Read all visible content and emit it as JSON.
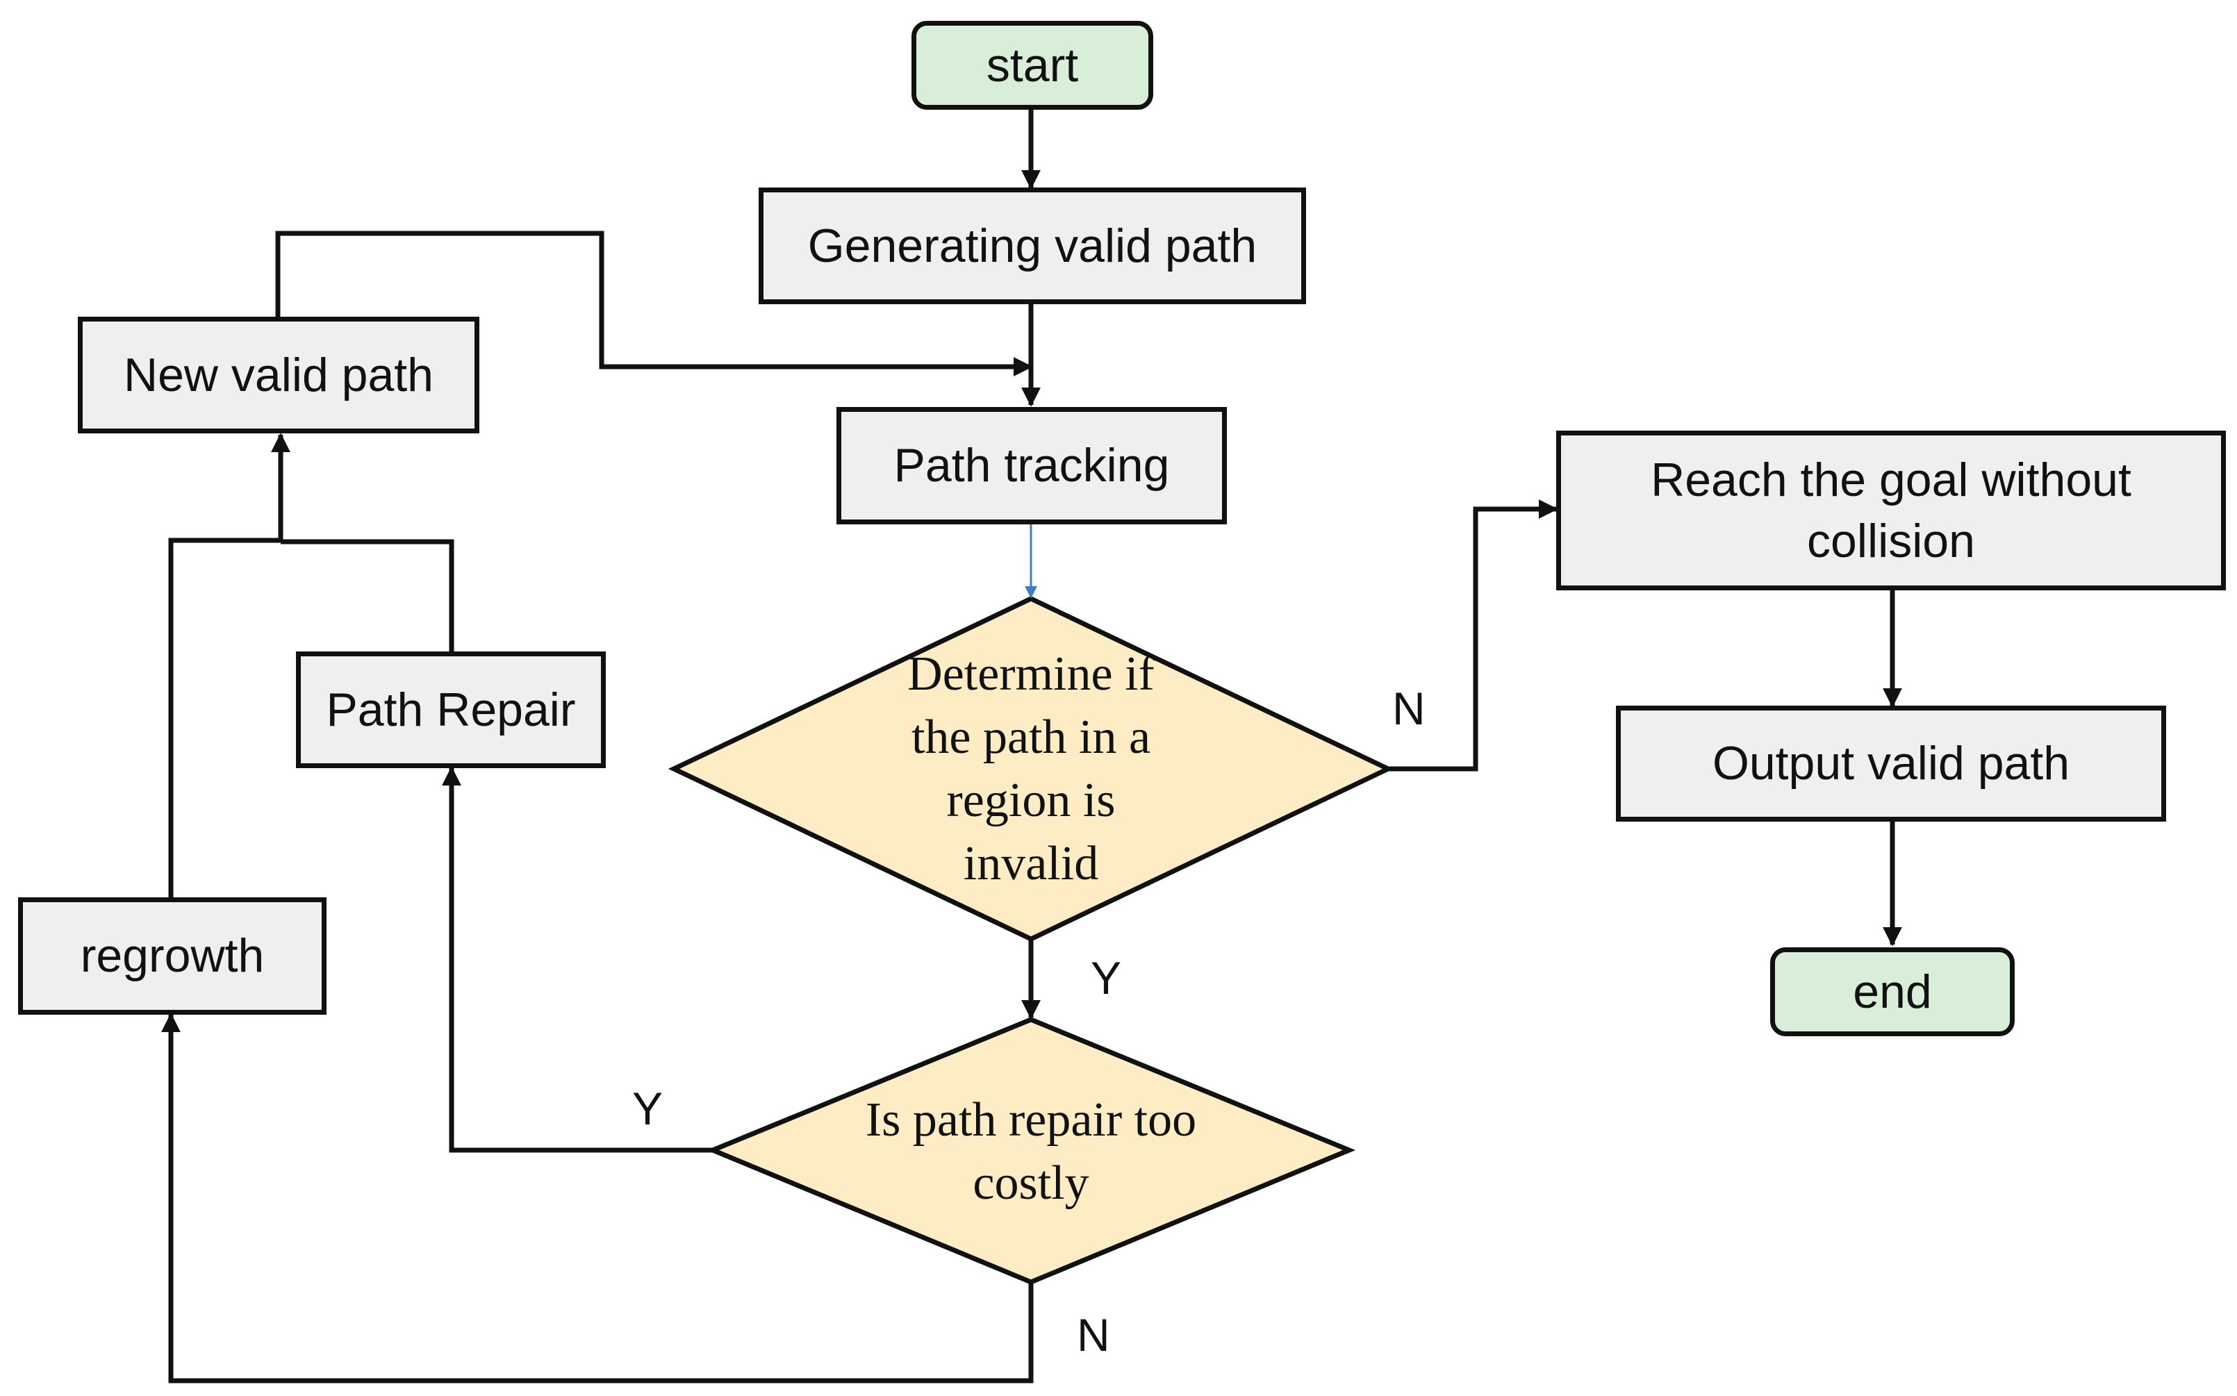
{
  "nodes": {
    "start": "start",
    "generating": "Generating valid path",
    "tracking": "Path tracking",
    "decision_invalid": "Determine if the path in a region is invalid",
    "decision_cost": "Is path repair too costly",
    "repair": "Path Repair",
    "new_path": "New valid path",
    "regrowth": "regrowth",
    "reach_goal": "Reach the goal without collision",
    "output": "Output valid path",
    "end": "end"
  },
  "edge_labels": {
    "invalid_no": "N",
    "invalid_yes": "Y",
    "cost_yes": "Y",
    "cost_no": "N"
  },
  "colors": {
    "terminal_fill": "#d8eed8",
    "process_fill": "#efefef",
    "decision_fill": "#fdecc4",
    "line": "#111111",
    "accent_arrow": "#3a7fc8"
  }
}
